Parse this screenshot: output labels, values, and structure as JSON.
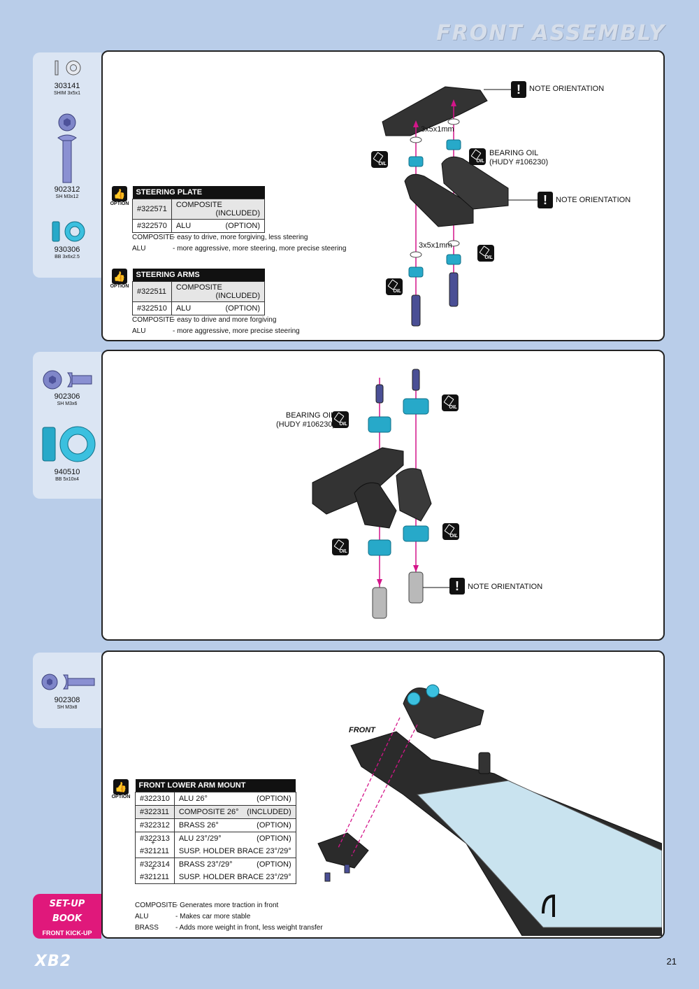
{
  "header": {
    "title": "FRONT ASSEMBLY"
  },
  "section1": {
    "parts": [
      {
        "num": "303141",
        "desc": "SHIM 3x5x1"
      },
      {
        "num": "902312",
        "desc": "SH M3x12"
      },
      {
        "num": "930306",
        "desc": "BB 3x6x2.5"
      }
    ],
    "option_label": "OPTION",
    "steering_plate": {
      "title": "STEERING PLATE",
      "rows": [
        {
          "code": "#322571",
          "name": "COMPOSITE",
          "status": "(INCLUDED)"
        },
        {
          "code": "#322570",
          "name": "ALU",
          "status": "(OPTION)"
        }
      ],
      "notes": [
        {
          "k": "COMPOSITE",
          "v": "- easy to drive, more forgiving, less steering"
        },
        {
          "k": "ALU",
          "v": "- more aggressive, more steering, more precise steering"
        }
      ]
    },
    "steering_arms": {
      "title": "STEERING ARMS",
      "rows": [
        {
          "code": "#322511",
          "name": "COMPOSITE",
          "status": "(INCLUDED)"
        },
        {
          "code": "#322510",
          "name": "ALU",
          "status": "(OPTION)"
        }
      ],
      "notes": [
        {
          "k": "COMPOSITE",
          "v": "- easy to drive and more forgiving"
        },
        {
          "k": "ALU",
          "v": "- more aggressive, more precise steering"
        }
      ]
    },
    "callouts": {
      "note1": "NOTE ORIENTATION",
      "note2": "NOTE ORIENTATION",
      "shim1": "3x5x1mm",
      "shim2": "3x5x1mm",
      "oil_line1": "BEARING OIL",
      "oil_line2": "(HUDY #106230)",
      "oil_badge": "OIL"
    }
  },
  "section2": {
    "parts": [
      {
        "num": "902306",
        "desc": "SH M3x6"
      },
      {
        "num": "940510",
        "desc": "BB 5x10x4"
      }
    ],
    "callouts": {
      "oil_line1": "BEARING OIL",
      "oil_line2": "(HUDY #106230)",
      "note": "NOTE ORIENTATION",
      "oil_badge": "OIL"
    }
  },
  "section3": {
    "parts": [
      {
        "num": "902308",
        "desc": "SH M3x8"
      }
    ],
    "option_label": "OPTION",
    "front_label": "FRONT",
    "table": {
      "title": "FRONT LOWER ARM MOUNT",
      "rows": [
        {
          "code": "#322310",
          "name": "ALU 26°",
          "status": "(OPTION)"
        },
        {
          "code": "#322311",
          "name": "COMPOSITE 26°",
          "status": "(INCLUDED)"
        },
        {
          "code": "#322312",
          "name": "BRASS 26°",
          "status": "(OPTION)"
        },
        {
          "code": "#322313",
          "name": "ALU 23°/29°",
          "status": "(OPTION)"
        },
        {
          "code": "#321211",
          "name": "SUSP. HOLDER BRACE 23°/29°",
          "status": ""
        },
        {
          "code": "#322314",
          "name": "BRASS 23°/29°",
          "status": "(OPTION)"
        },
        {
          "code": "#321211",
          "name": "SUSP. HOLDER BRACE 23°/29°",
          "status": ""
        }
      ],
      "plus": "+",
      "notes": [
        {
          "k": "COMPOSITE",
          "v": "- Generates more traction in front"
        },
        {
          "k": "ALU",
          "v": "- Makes car more stable"
        },
        {
          "k": "BRASS",
          "v": "- Adds more weight in front, less weight transfer"
        }
      ]
    }
  },
  "setup": {
    "line1": "SET-UP",
    "line2": "BOOK",
    "line3": "FRONT KICK-UP"
  },
  "footer": {
    "logo": "XB2",
    "page": "21"
  },
  "colors": {
    "background": "#b9cde9",
    "panel_border": "#222222",
    "bearing": "#27a9c9",
    "arrow": "#d4158a",
    "setup_badge": "#e0187b"
  }
}
